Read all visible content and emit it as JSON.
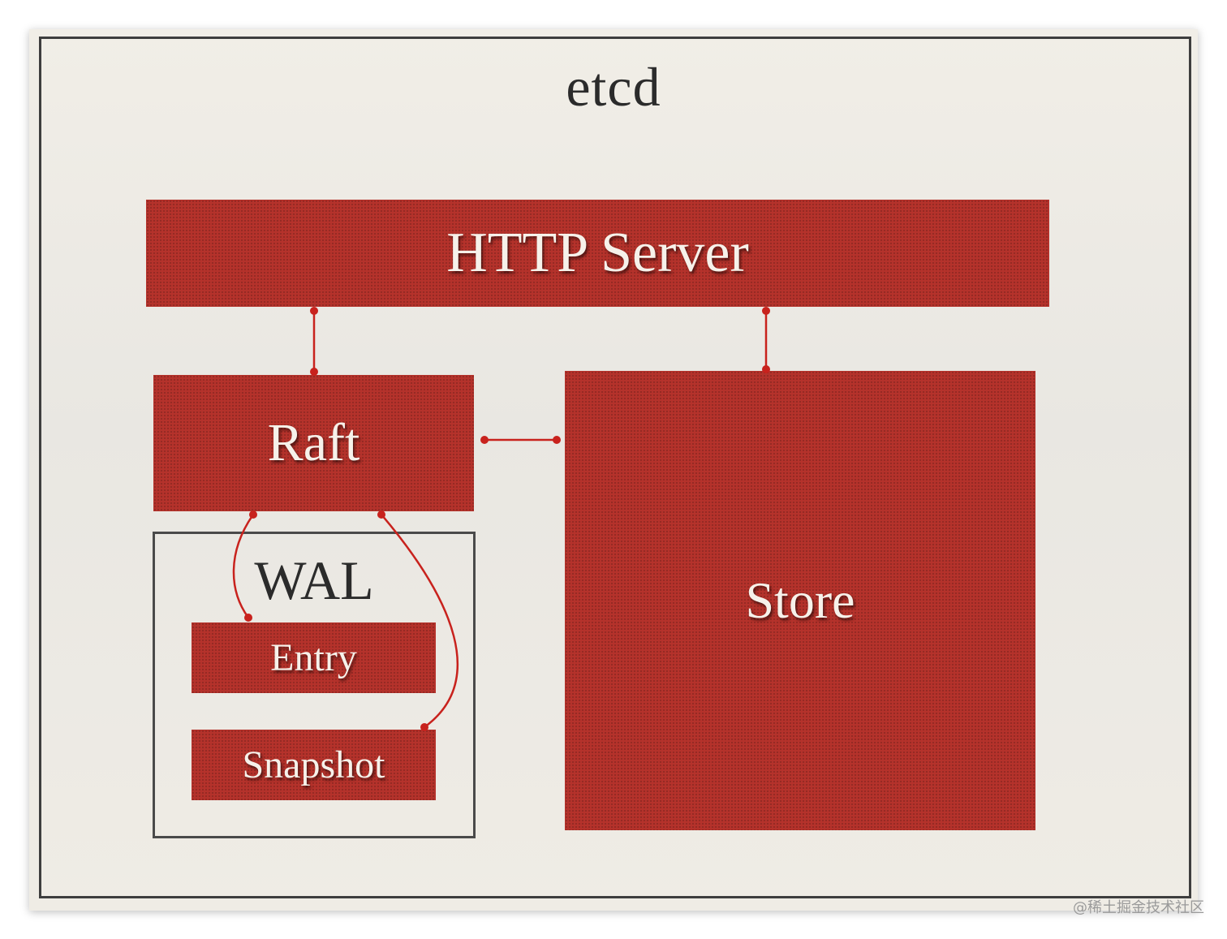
{
  "diagram": {
    "title": "etcd",
    "components": {
      "http_server": "HTTP Server",
      "raft": "Raft",
      "store": "Store",
      "wal": "WAL",
      "entry": "Entry",
      "snapshot": "Snapshot"
    },
    "connections": [
      {
        "from": "http_server",
        "to": "raft"
      },
      {
        "from": "http_server",
        "to": "store"
      },
      {
        "from": "raft",
        "to": "store"
      },
      {
        "from": "raft",
        "to": "entry"
      },
      {
        "from": "raft",
        "to": "snapshot"
      }
    ]
  },
  "colors": {
    "component_fill": "#b5322b",
    "connector": "#c8221d",
    "frame": "#3e3e3e"
  },
  "watermark": "@稀土掘金技术社区"
}
